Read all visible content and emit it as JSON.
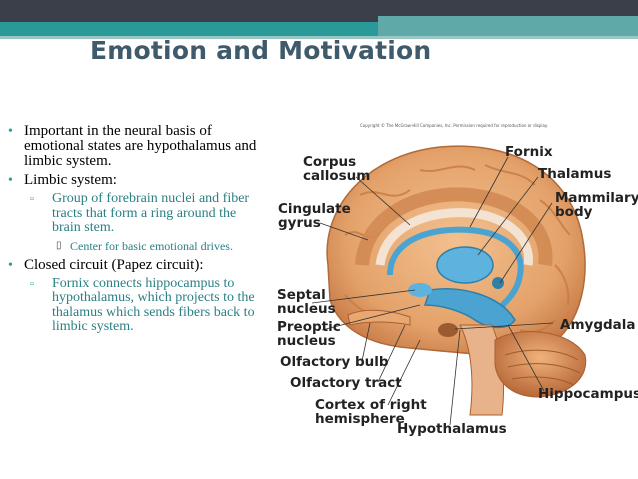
{
  "slide": {
    "title": "Emotion and Motivation",
    "bullets": [
      {
        "text": "Important in the neural basis of emotional states are hypothalamus and limbic system."
      },
      {
        "text": "Limbic system:"
      },
      {
        "text": "Group of forebrain nuclei and fiber tracts that form a ring around the brain stem."
      },
      {
        "text": "Center for basic emotional drives."
      },
      {
        "text": "Closed circuit (Papez circuit):"
      },
      {
        "text": "Fornix connects hippocampus to hypothalamus, which projects to the thalamus which sends fibers back to limbic system."
      }
    ]
  },
  "figure": {
    "copyright": "Copyright © The McGraw-Hill Companies, Inc. Permission required for reproduction or display.",
    "labels": {
      "corpus_callosum": [
        "Corpus",
        "callosum"
      ],
      "fornix": "Fornix",
      "thalamus": "Thalamus",
      "mammilary_body": [
        "Mammilary",
        "body"
      ],
      "cingulate_gyrus": [
        "Cingulate",
        "gyrus"
      ],
      "septal_nucleus": [
        "Septal",
        "nucleus"
      ],
      "preoptic_nucleus": [
        "Preoptic",
        "nucleus"
      ],
      "olfactory_bulb": "Olfactory bulb",
      "olfactory_tract": "Olfactory tract",
      "cortex_right_hemisphere": [
        "Cortex of right",
        "hemisphere"
      ],
      "hypothalamus": "Hypothalamus",
      "amygdala": "Amygdala",
      "hippocampus": "Hippocampus"
    }
  },
  "colors": {
    "header_dark": "#3b3f4a",
    "header_teal": "#2a9a99",
    "title": "#3e5a6b",
    "subtext": "#2a7f84",
    "limbic_blue": "#4aa3d0",
    "brain_orange": "#e4a26a"
  }
}
